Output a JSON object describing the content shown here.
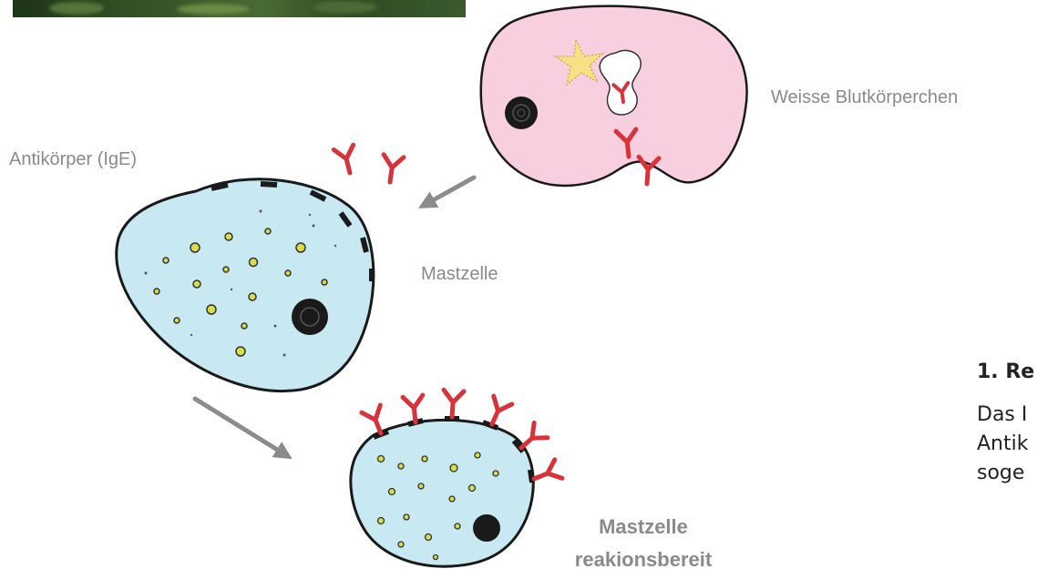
{
  "labels": {
    "white_blood_cell": "Weisse Blutkörperchen",
    "antibody": "Antikörper (IgE)",
    "mast_cell": "Mastzelle",
    "mast_cell_ready_line1": "Mastzelle",
    "mast_cell_ready_line2": "reakionsbereit"
  },
  "side_text": {
    "heading": "1. Re",
    "lines": [
      "Das I",
      "Antik",
      "soge"
    ]
  },
  "colors": {
    "white_cell_fill": "#f7cfde",
    "mast_cell_fill": "#c8e8f2",
    "antibody_red": "#d8323a",
    "granule_yellow": "#d7de4a",
    "arrow_gray": "#8c8c8c",
    "label_gray": "#8a8a8a"
  }
}
